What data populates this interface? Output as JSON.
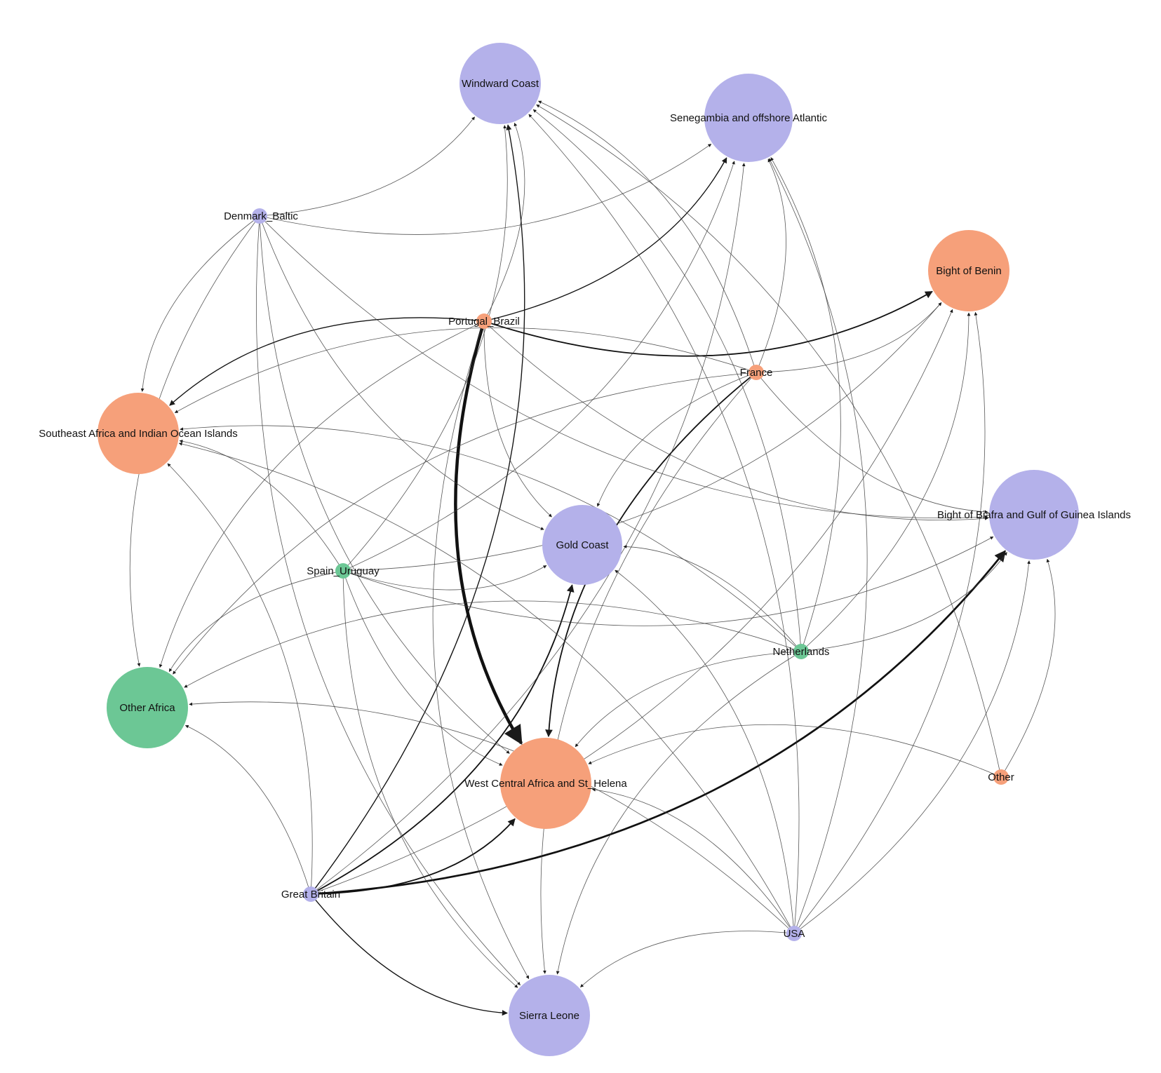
{
  "diagram": {
    "type": "directed-network",
    "node_colors": {
      "lavender": "#b4b1ea",
      "salmon": "#f6a07a",
      "green": "#6cc795"
    },
    "edge_color": "#3a3a3a",
    "nodes": [
      {
        "id": "windward",
        "label": "Windward Coast",
        "color": "lavender",
        "size": "large"
      },
      {
        "id": "senegambia",
        "label": "Senegambia and offshore Atlantic",
        "color": "lavender",
        "size": "large"
      },
      {
        "id": "benin",
        "label": "Bight of Benin",
        "color": "salmon",
        "size": "large"
      },
      {
        "id": "biafra",
        "label": "Bight of Biafra and Gulf of Guinea Islands",
        "color": "lavender",
        "size": "large"
      },
      {
        "id": "other",
        "label": "Other",
        "color": "salmon",
        "size": "small"
      },
      {
        "id": "usa",
        "label": "USA",
        "color": "lavender",
        "size": "small"
      },
      {
        "id": "sierra",
        "label": "Sierra Leone",
        "color": "lavender",
        "size": "large"
      },
      {
        "id": "gb",
        "label": "Great Britain",
        "color": "lavender",
        "size": "small"
      },
      {
        "id": "otherafrica",
        "label": "Other Africa",
        "color": "green",
        "size": "large"
      },
      {
        "id": "southeast",
        "label": "Southeast Africa and Indian Ocean Islands",
        "color": "salmon",
        "size": "large"
      },
      {
        "id": "denmark",
        "label": "Denmark_Baltic",
        "color": "lavender",
        "size": "small"
      },
      {
        "id": "portugal",
        "label": "Portugal_Brazil",
        "color": "salmon",
        "size": "small"
      },
      {
        "id": "france",
        "label": "France",
        "color": "salmon",
        "size": "small"
      },
      {
        "id": "spain",
        "label": "Spain_Uruguay",
        "color": "green",
        "size": "small"
      },
      {
        "id": "gold",
        "label": "Gold Coast",
        "color": "lavender",
        "size": "large"
      },
      {
        "id": "netherlands",
        "label": "Netherlands",
        "color": "green",
        "size": "small"
      },
      {
        "id": "wca",
        "label": "West Central Africa and St_Helena",
        "color": "salmon",
        "size": "large"
      }
    ],
    "edges": [
      {
        "from": "portugal",
        "to": "wca",
        "weight": 5
      },
      {
        "from": "gb",
        "to": "biafra",
        "weight": 3
      },
      {
        "from": "portugal",
        "to": "benin",
        "weight": 2
      },
      {
        "from": "gb",
        "to": "gold",
        "weight": 2
      },
      {
        "from": "gb",
        "to": "wca",
        "weight": 2
      },
      {
        "from": "france",
        "to": "wca",
        "weight": 2
      },
      {
        "from": "portugal",
        "to": "southeast",
        "weight": 1.5
      },
      {
        "from": "portugal",
        "to": "senegambia",
        "weight": 1.5
      },
      {
        "from": "gb",
        "to": "windward",
        "weight": 1.5
      },
      {
        "from": "gb",
        "to": "sierra",
        "weight": 1.5
      },
      {
        "from": "gb",
        "to": "senegambia",
        "weight": 1.2
      },
      {
        "from": "netherlands",
        "to": "wca",
        "weight": 1.2
      },
      {
        "from": "netherlands",
        "to": "otherafrica",
        "weight": 1.2
      },
      {
        "from": "france",
        "to": "benin",
        "weight": 1.2
      },
      {
        "from": "france",
        "to": "senegambia",
        "weight": 1.2
      },
      {
        "from": "spain",
        "to": "benin",
        "weight": 1
      },
      {
        "from": "portugal",
        "to": "biafra",
        "weight": 1
      },
      {
        "from": "denmark",
        "to": "windward",
        "weight": 1
      },
      {
        "from": "denmark",
        "to": "senegambia",
        "weight": 1
      },
      {
        "from": "denmark",
        "to": "biafra",
        "weight": 1
      },
      {
        "from": "denmark",
        "to": "gold",
        "weight": 1
      },
      {
        "from": "denmark",
        "to": "wca",
        "weight": 1
      },
      {
        "from": "denmark",
        "to": "southeast",
        "weight": 1
      },
      {
        "from": "denmark",
        "to": "sierra",
        "weight": 1
      },
      {
        "from": "denmark",
        "to": "otherafrica",
        "weight": 1
      },
      {
        "from": "portugal",
        "to": "windward",
        "weight": 1
      },
      {
        "from": "portugal",
        "to": "gold",
        "weight": 1
      },
      {
        "from": "portugal",
        "to": "otherafrica",
        "weight": 1
      },
      {
        "from": "portugal",
        "to": "sierra",
        "weight": 1
      },
      {
        "from": "france",
        "to": "windward",
        "weight": 1
      },
      {
        "from": "france",
        "to": "biafra",
        "weight": 1
      },
      {
        "from": "france",
        "to": "gold",
        "weight": 1
      },
      {
        "from": "france",
        "to": "otherafrica",
        "weight": 1
      },
      {
        "from": "france",
        "to": "sierra",
        "weight": 1
      },
      {
        "from": "france",
        "to": "southeast",
        "weight": 1
      },
      {
        "from": "spain",
        "to": "windward",
        "weight": 1
      },
      {
        "from": "spain",
        "to": "senegambia",
        "weight": 1
      },
      {
        "from": "spain",
        "to": "biafra",
        "weight": 1
      },
      {
        "from": "spain",
        "to": "gold",
        "weight": 1
      },
      {
        "from": "spain",
        "to": "wca",
        "weight": 1
      },
      {
        "from": "spain",
        "to": "southeast",
        "weight": 1
      },
      {
        "from": "spain",
        "to": "otherafrica",
        "weight": 1
      },
      {
        "from": "spain",
        "to": "sierra",
        "weight": 1
      },
      {
        "from": "netherlands",
        "to": "windward",
        "weight": 1
      },
      {
        "from": "netherlands",
        "to": "senegambia",
        "weight": 1
      },
      {
        "from": "netherlands",
        "to": "benin",
        "weight": 1
      },
      {
        "from": "netherlands",
        "to": "biafra",
        "weight": 1
      },
      {
        "from": "netherlands",
        "to": "gold",
        "weight": 1
      },
      {
        "from": "netherlands",
        "to": "southeast",
        "weight": 1
      },
      {
        "from": "netherlands",
        "to": "sierra",
        "weight": 1
      },
      {
        "from": "gb",
        "to": "benin",
        "weight": 1
      },
      {
        "from": "gb",
        "to": "southeast",
        "weight": 1
      },
      {
        "from": "gb",
        "to": "otherafrica",
        "weight": 1
      },
      {
        "from": "usa",
        "to": "windward",
        "weight": 1
      },
      {
        "from": "usa",
        "to": "senegambia",
        "weight": 1
      },
      {
        "from": "usa",
        "to": "benin",
        "weight": 1
      },
      {
        "from": "usa",
        "to": "biafra",
        "weight": 1
      },
      {
        "from": "usa",
        "to": "gold",
        "weight": 1
      },
      {
        "from": "usa",
        "to": "wca",
        "weight": 1
      },
      {
        "from": "usa",
        "to": "southeast",
        "weight": 1
      },
      {
        "from": "usa",
        "to": "otherafrica",
        "weight": 1
      },
      {
        "from": "usa",
        "to": "sierra",
        "weight": 1
      },
      {
        "from": "other",
        "to": "wca",
        "weight": 1
      },
      {
        "from": "other",
        "to": "biafra",
        "weight": 1
      },
      {
        "from": "other",
        "to": "windward",
        "weight": 1
      }
    ]
  }
}
